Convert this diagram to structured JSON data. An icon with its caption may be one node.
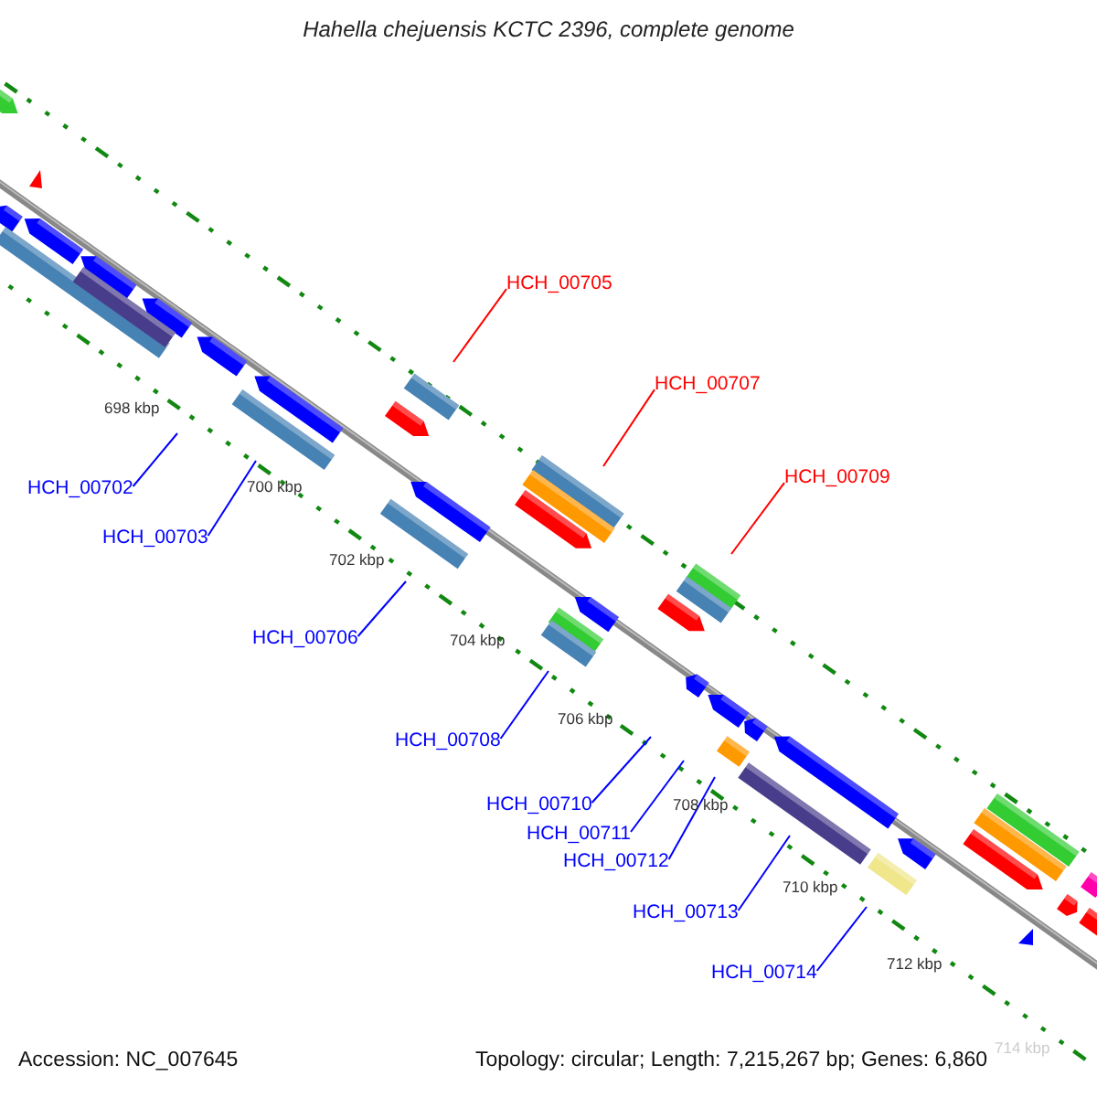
{
  "diagram": {
    "title": "Hahella chejuensis KCTC 2396, complete genome",
    "nodes": [
      {
        "text": [
          "HCH_00705"
        ]
      },
      {
        "text": [
          "HCH_00707"
        ]
      },
      {
        "text": [
          "HCH_00709"
        ]
      },
      {
        "text": [
          "HCH_00702"
        ]
      },
      {
        "text": [
          "HCH_00703"
        ]
      },
      {
        "text": [
          "HCH_00706"
        ]
      },
      {
        "text": [
          "HCH_00708"
        ]
      },
      {
        "text": [
          "HCH_00710"
        ]
      },
      {
        "text": [
          "HCH_00711"
        ]
      },
      {
        "text": [
          "HCH_00712"
        ]
      },
      {
        "text": [
          "HCH_00713"
        ]
      },
      {
        "text": [
          "HCH_00714"
        ]
      }
    ],
    "edges": [
      {
        "from": 0,
        "to": null,
        "arrow": "none",
        "color": "#ff0000"
      },
      {
        "from": 1,
        "to": null,
        "arrow": "none",
        "color": "#ff0000"
      },
      {
        "from": 2,
        "to": null,
        "arrow": "none",
        "color": "#ff0000"
      },
      {
        "from": 3,
        "to": null,
        "arrow": "none"
      },
      {
        "from": 4,
        "to": null,
        "arrow": "none"
      },
      {
        "from": 5,
        "to": null,
        "arrow": "none"
      },
      {
        "from": 6,
        "to": null,
        "arrow": "none"
      },
      {
        "from": 7,
        "to": null,
        "arrow": "none"
      },
      {
        "from": 8,
        "to": null,
        "arrow": "none"
      },
      {
        "from": 9,
        "to": null,
        "arrow": "none"
      },
      {
        "from": 10,
        "to": null,
        "arrow": "none"
      },
      {
        "from": 11,
        "to": null,
        "arrow": "none"
      }
    ],
    "labels": [
      "698 kbp",
      "700 kbp",
      "702 kbp",
      "704 kbp",
      "706 kbp",
      "708 kbp",
      "710 kbp",
      "712 kbp",
      "714 kbp",
      "Accession: NC_007645",
      "Topology: circular; Length: 7,215,267 bp; Genes: 6,860"
    ]
  }
}
